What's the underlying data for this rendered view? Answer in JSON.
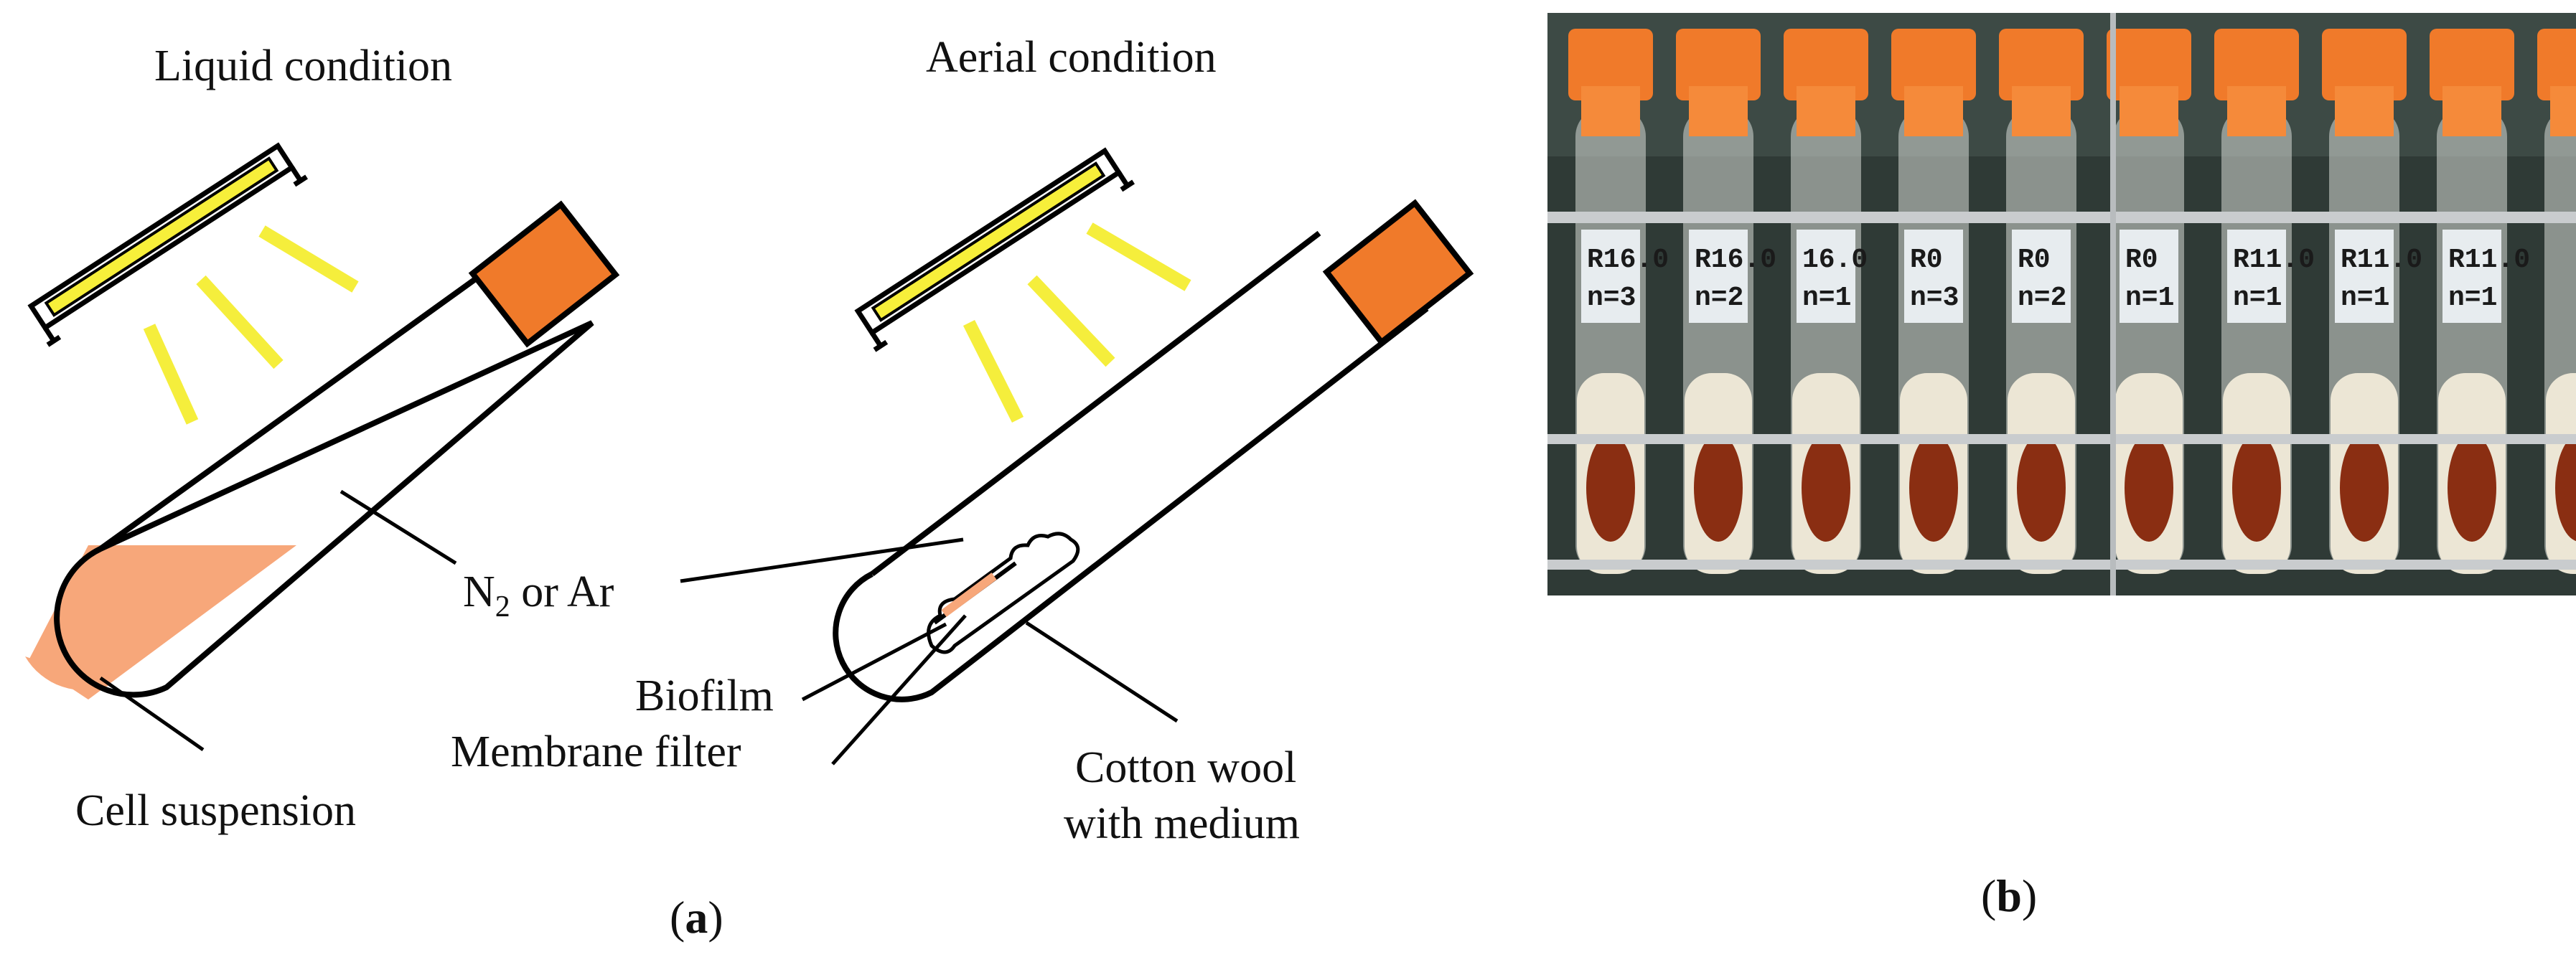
{
  "panel_a": {
    "left_title": "Liquid condition",
    "right_title": "Aerial condition",
    "gas_label_main": "N",
    "gas_label_sub": "2",
    "gas_label_tail": " or Ar",
    "cell_suspension_label": "Cell suspension",
    "biofilm_label": "Biofilm",
    "membrane_filter_label": "Membrane filter",
    "cotton_wool_line1": "Cotton wool",
    "cotton_wool_line2": "with medium",
    "panel_label_open": "(",
    "panel_label_letter": "a",
    "panel_label_close": ")"
  },
  "panel_b": {
    "panel_label_open": "(",
    "panel_label_letter": "b",
    "panel_label_close": ")",
    "tube_tags": [
      [
        "R16.0",
        "n=3"
      ],
      [
        "R16.0",
        "n=2"
      ],
      [
        "16.0",
        "n=1"
      ],
      [
        "R0",
        "n=3"
      ],
      [
        "R0",
        "n=2"
      ],
      [
        "R0",
        "n=1"
      ],
      [
        "R11.0",
        "n=1"
      ],
      [
        "R11.0",
        "n=1"
      ],
      [
        "R11.0",
        "n=1"
      ]
    ]
  },
  "colors": {
    "cap_orange": "#f07a2a",
    "suspension_salmon": "#f7a77a",
    "light_yellow": "#f7ef3a",
    "biofilm_brown": "#8a2e12",
    "photo_background": "#2f3a36"
  }
}
